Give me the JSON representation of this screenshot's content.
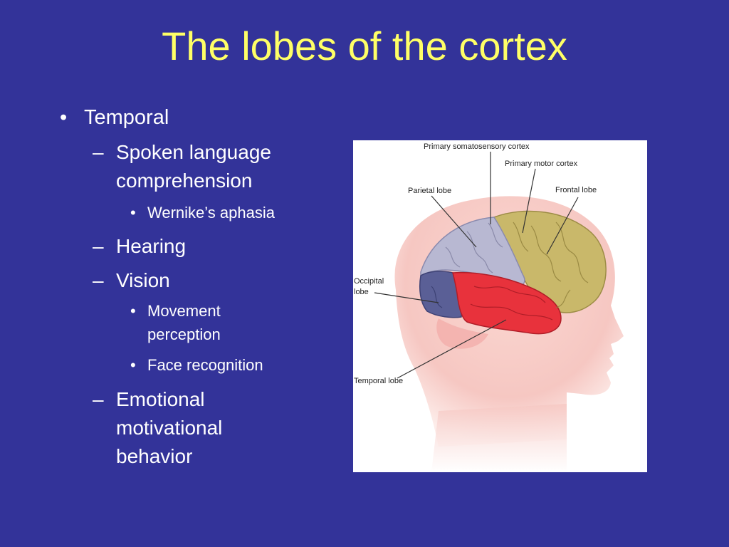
{
  "slide": {
    "title": "The lobes of the cortex",
    "colors": {
      "background": "#333399",
      "title": "#FFFF66",
      "text": "#FFFFFF"
    }
  },
  "outline": {
    "temporal": "Temporal",
    "spoken_line1": "Spoken language",
    "spoken_line2": "comprehension",
    "wernike": "Wernike’s aphasia",
    "hearing": "Hearing",
    "vision": "Vision",
    "movement_line1": "Movement",
    "movement_line2": "perception",
    "face": "Face recognition",
    "emotional_line1": "Emotional",
    "emotional_line2": "motivational",
    "emotional_line3": "behavior",
    "bullet_l1": "•",
    "bullet_l2": "–",
    "bullet_l3": "•"
  },
  "figure": {
    "labels": {
      "somatosensory": "Primary somatosensory cortex",
      "motor": "Primary motor cortex",
      "parietal": "Parietal lobe",
      "frontal": "Frontal lobe",
      "occipital_line1": "Occipital",
      "occipital_line2": "lobe",
      "temporal": "Temporal lobe"
    },
    "colors": {
      "head": "#F6C7C2",
      "frontal": "#C9B86A",
      "parietal": "#B8B8D2",
      "occipital": "#5A5F96",
      "temporal": "#E8323C"
    }
  }
}
